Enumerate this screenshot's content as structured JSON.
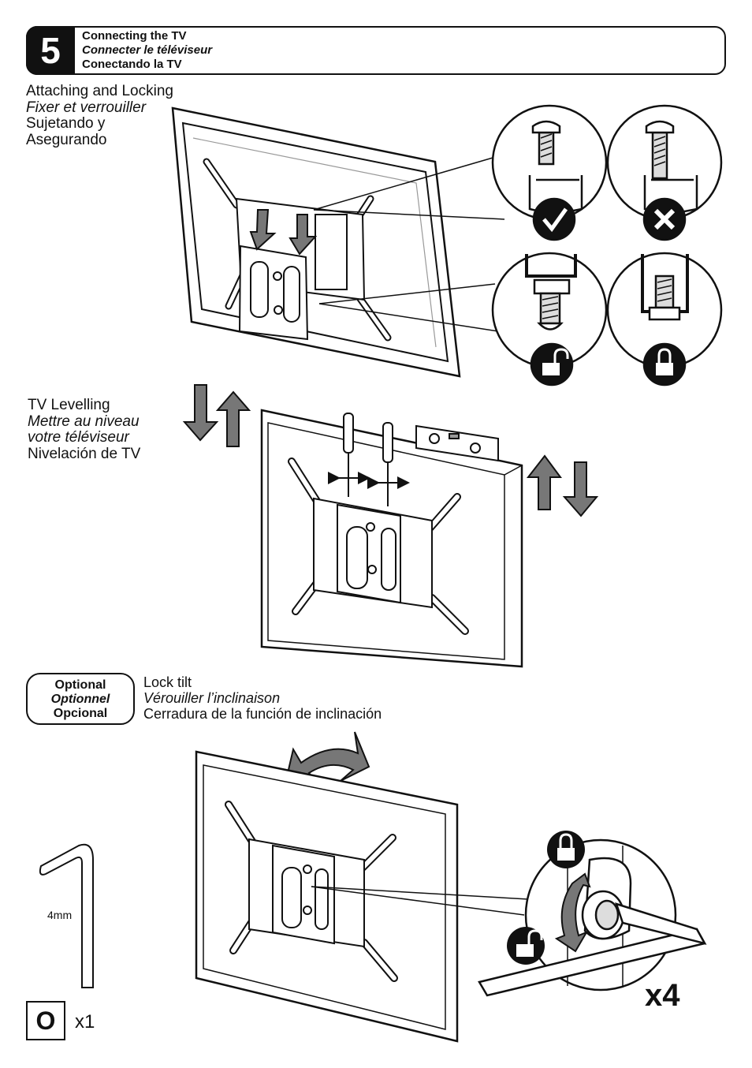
{
  "step": {
    "number": "5",
    "title_en": "Connecting the TV",
    "title_fr": "Connecter le téléviseur",
    "title_es": "Conectando la TV"
  },
  "attach": {
    "line1": "Attaching and Locking",
    "line2": "Fixer et verrouiller",
    "line3": "Sujetando y",
    "line4": "Asegurando"
  },
  "levelling": {
    "line1": "TV Levelling",
    "line2": "Mettre au niveau",
    "line3": "votre téléviseur",
    "line4": "Nivelación de TV"
  },
  "optional": {
    "en": "Optional",
    "fr": "Optionnel",
    "es": "Opcional"
  },
  "lock_tilt": {
    "en": "Lock tilt",
    "fr": "Vérouiller l’inclinaison",
    "es": "Cerradura de la función de inclinación"
  },
  "tool": {
    "size_label": "4mm",
    "letter": "O",
    "qty": "x1"
  },
  "repeat_count": "x4"
}
